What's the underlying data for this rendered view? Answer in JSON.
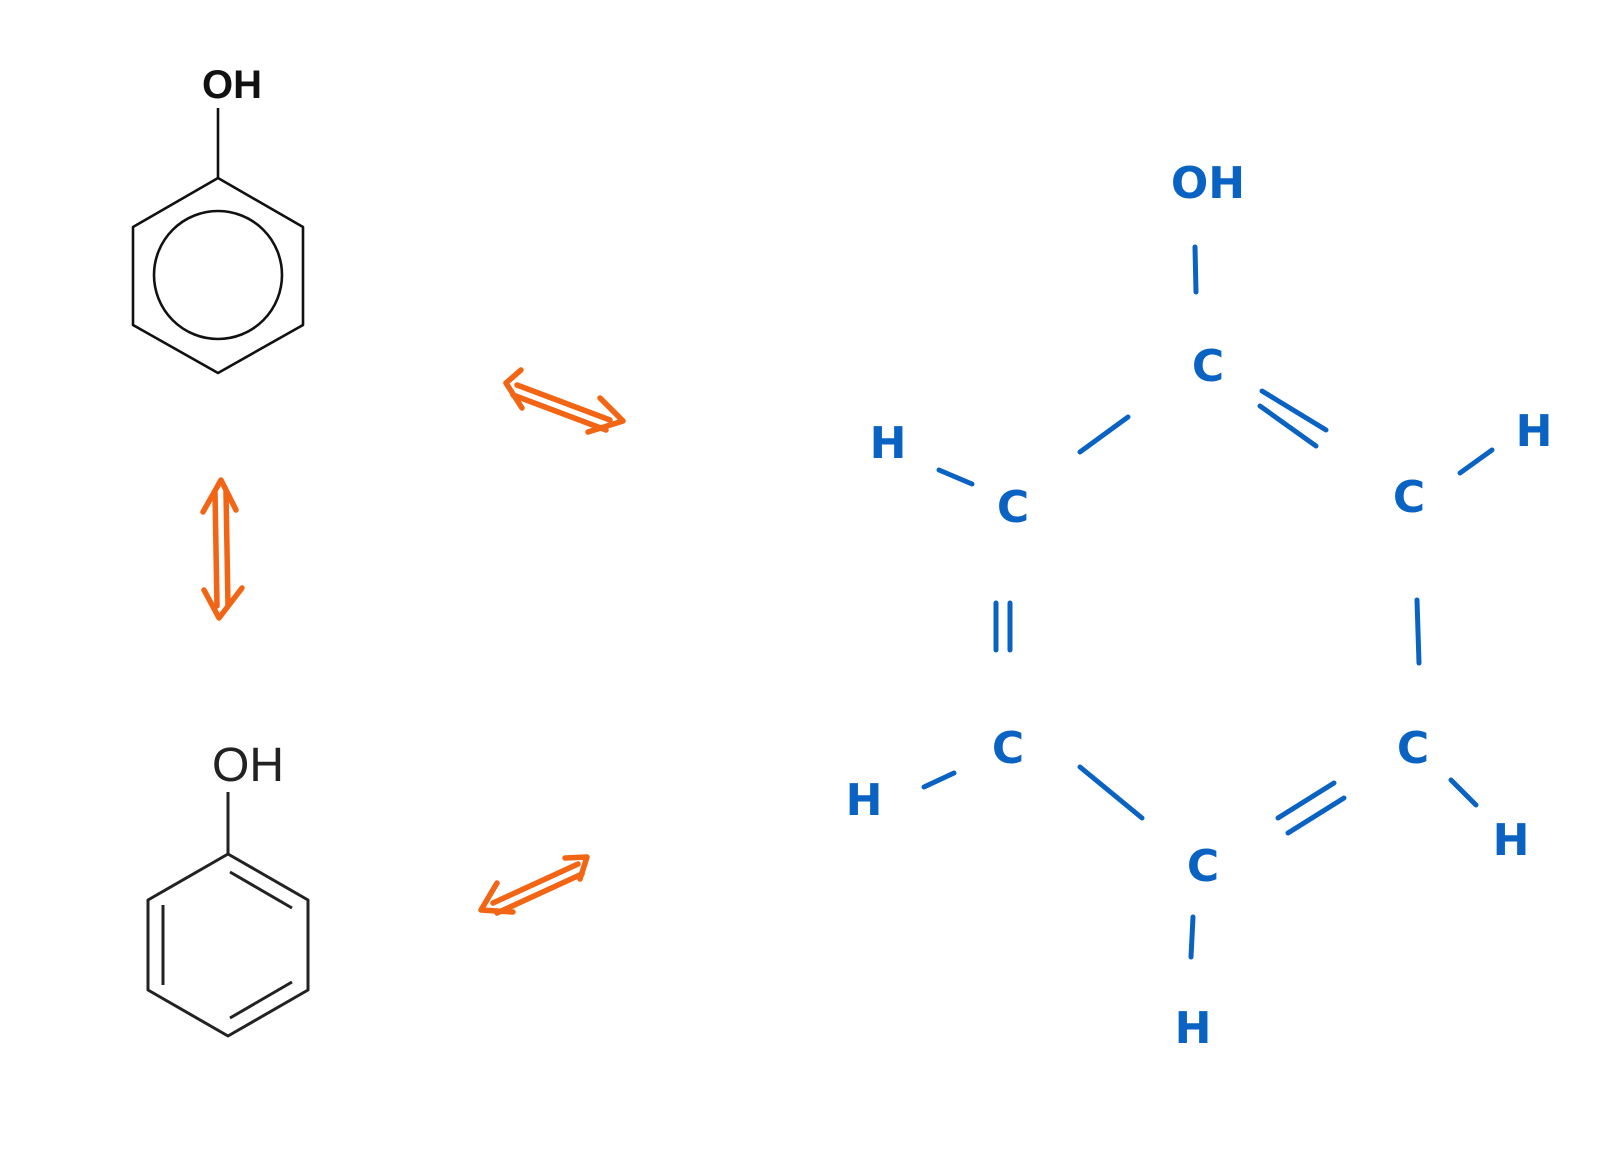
{
  "colors": {
    "ink": "#111111",
    "ink_grey": "#222222",
    "arrow": "#f26514",
    "hand": "#0a62c2"
  },
  "structures": {
    "circle_form": {
      "substituent": "OH"
    },
    "kekule_form": {
      "substituent": "OH"
    },
    "expanded_form": {
      "substituent": "OH",
      "carbon": "C",
      "hydrogen": "H"
    }
  },
  "arrows": {
    "type": "resonance-double-arrow",
    "count": 3
  }
}
